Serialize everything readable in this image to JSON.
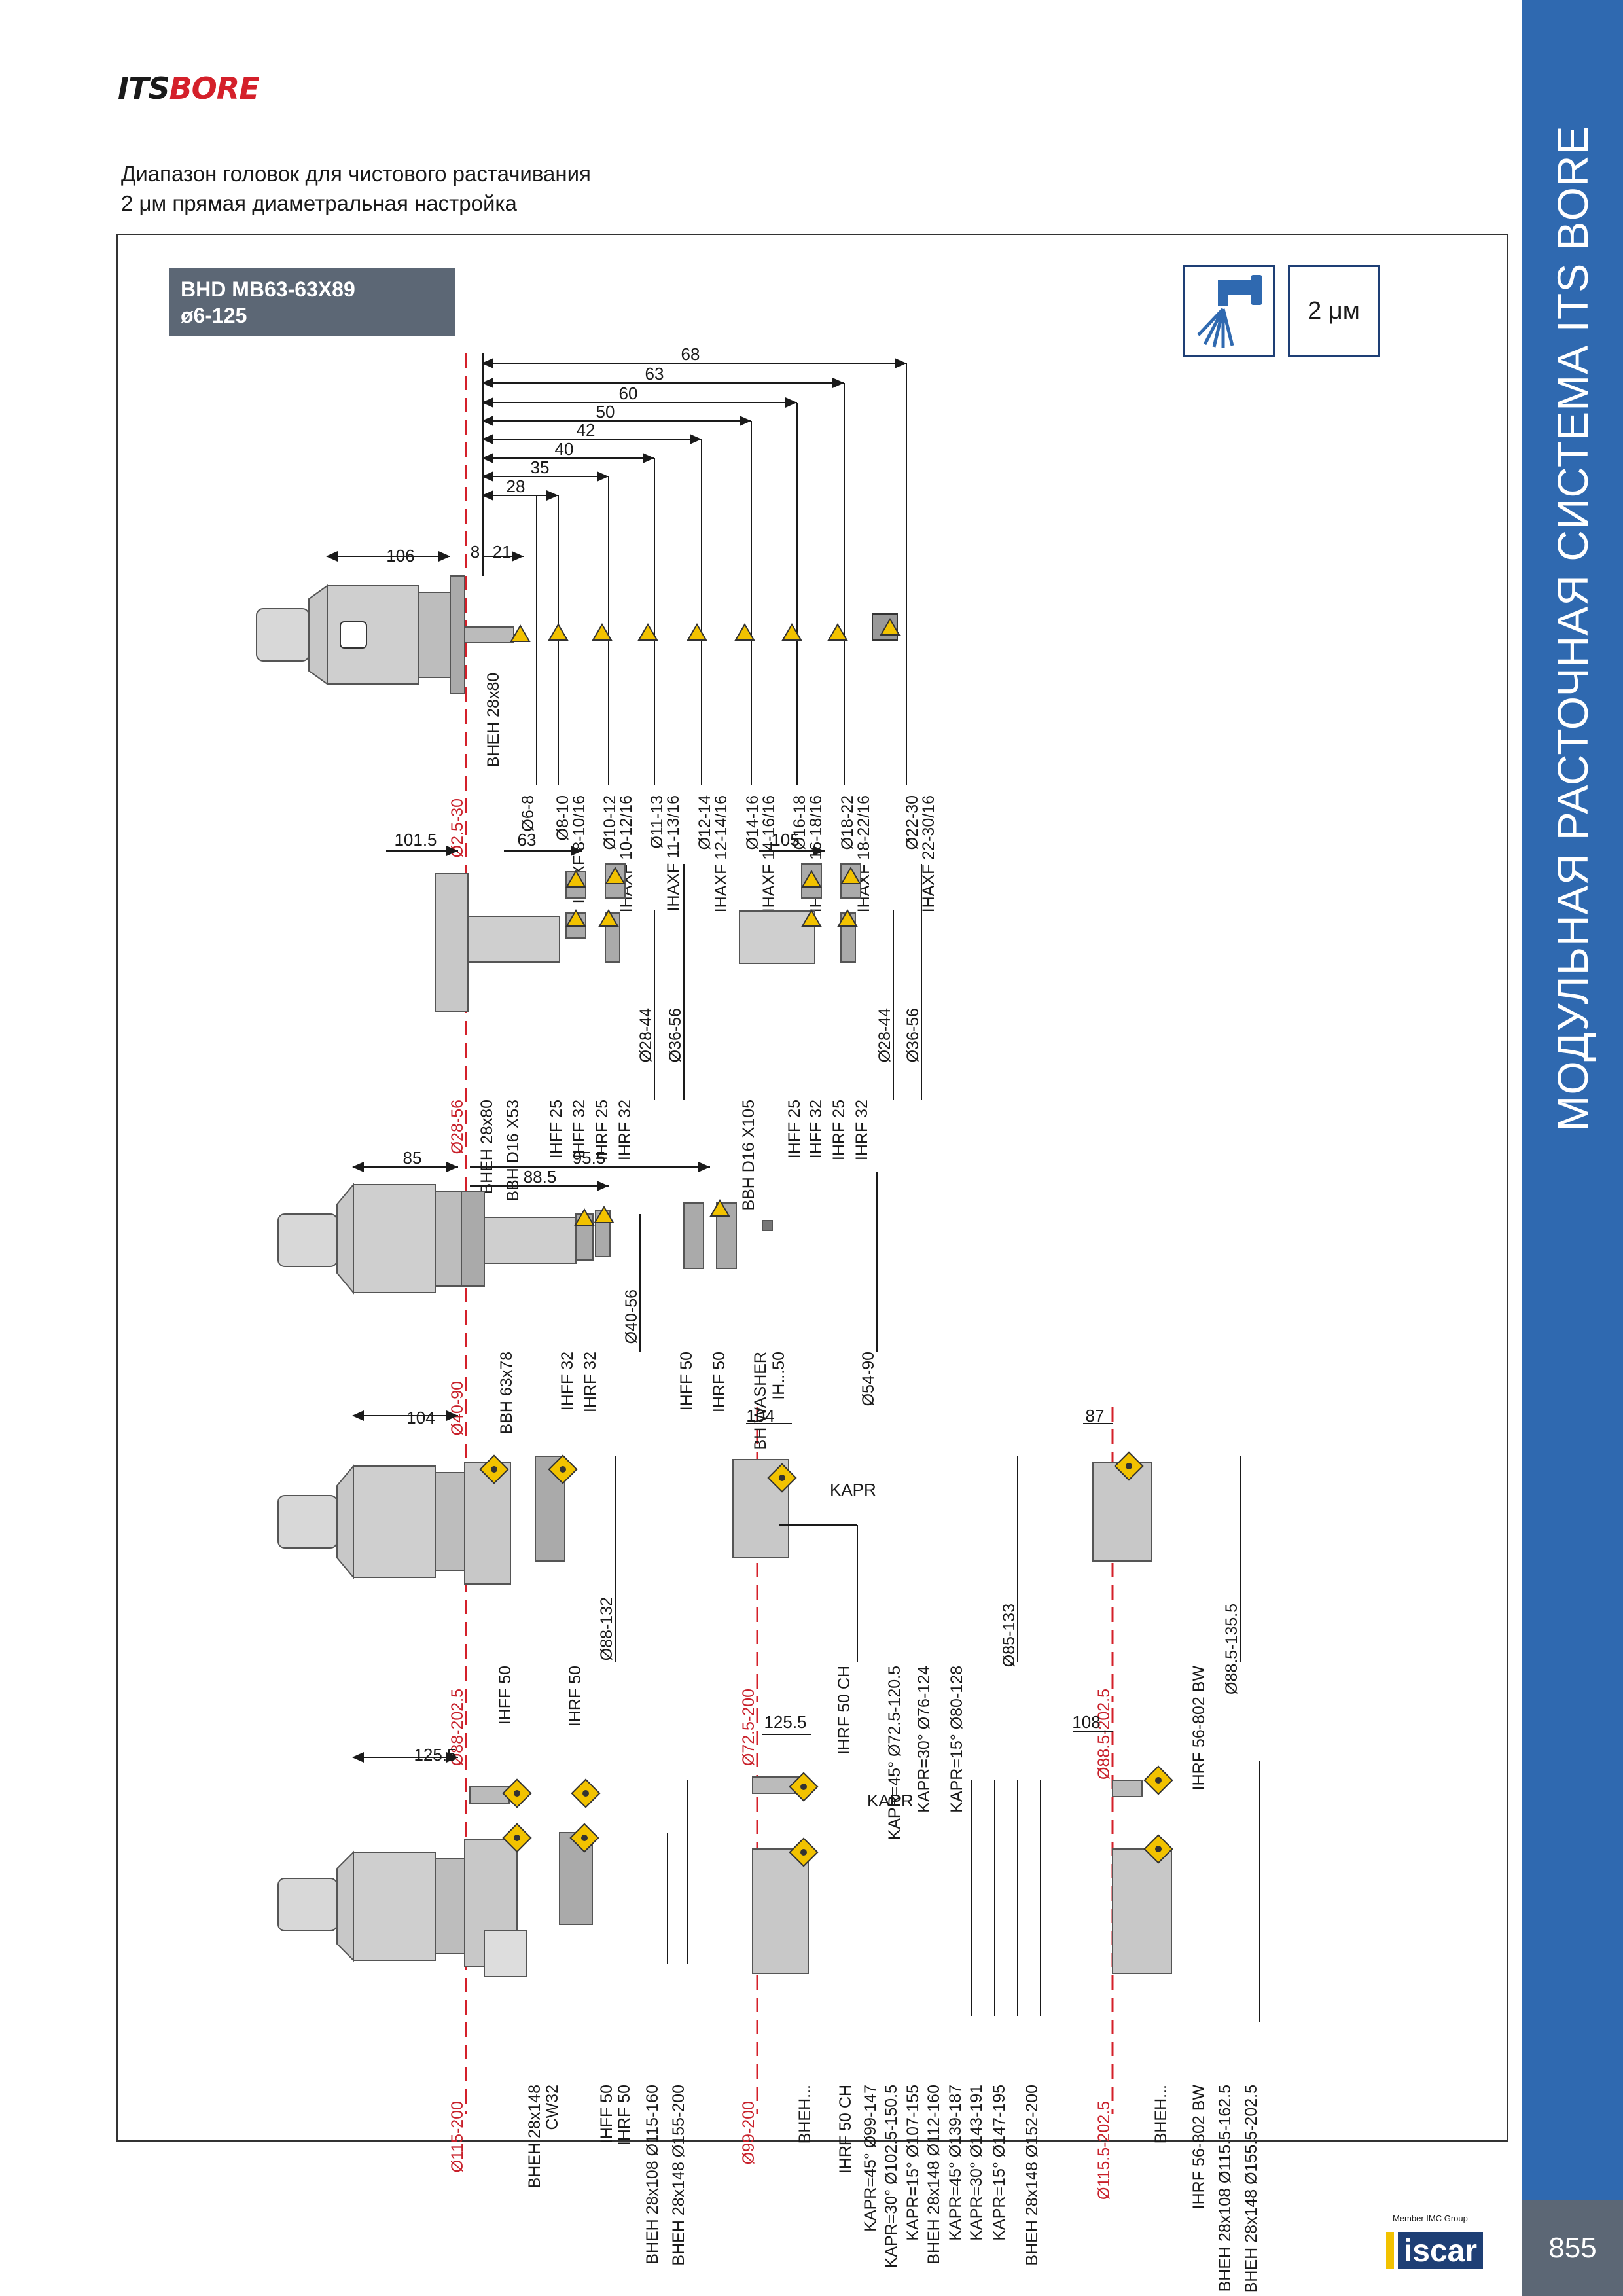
{
  "header": {
    "logo_its": "ITS",
    "logo_bore": "BORE",
    "line1": "Диапазон головок для чистового растачивания",
    "line2": "2 μм прямая диаметральная настройка"
  },
  "product": {
    "name": "BHD MB63-63X89",
    "range": "ø6-125"
  },
  "badges": {
    "coolant_icon": "coolant-tap-icon",
    "precision": "2 μм"
  },
  "sidebar": {
    "title": "МОДУЛЬНАЯ РАСТОЧНАЯ СИСТЕМА ITS BORE",
    "page_number": "855"
  },
  "footer": {
    "member": "Member IMC Group",
    "brand": "iscar"
  },
  "colors": {
    "sidebar": "#2f69b0",
    "header_box": "#5c6775",
    "centerline": "#d4202a",
    "insert": "#f2c200"
  },
  "row1": {
    "top_dims": [
      "68",
      "63",
      "60",
      "50",
      "42",
      "40",
      "35",
      "28"
    ],
    "body_dims": [
      "106",
      "8",
      "21"
    ],
    "range": "Ø2.5-30",
    "adapter": "BHEH 28x80",
    "labels": [
      [
        "Ø6-8"
      ],
      [
        "Ø8-10",
        "IHAXF  8-10/16"
      ],
      [
        "Ø10-12",
        "IHAXF  10-12/16"
      ],
      [
        "Ø11-13",
        "IHAXF  11-13/16"
      ],
      [
        "Ø12-14",
        "IHAXF  12-14/16"
      ],
      [
        "Ø14-16",
        "IHAXF  14-16/16"
      ],
      [
        "Ø16-18",
        "IHAXF  16-18/16"
      ],
      [
        "Ø18-22",
        "IHAXF  18-22/16"
      ],
      [
        "Ø22-30",
        "IHAXF  22-30/16"
      ]
    ]
  },
  "row2": {
    "dims": [
      "101.5",
      "63",
      "105"
    ],
    "range": "Ø28-56",
    "adapter": "BHEH 28x80",
    "bar1": "BBH D16  X53",
    "bar2": "BBH D16  X105",
    "labels": [
      "IHFF 25",
      "IHFF 32",
      "IHRF 25",
      "IHRF 32",
      "Ø28-44",
      "Ø36-56"
    ]
  },
  "row3": {
    "dims": [
      "85",
      "95.5",
      "88.5"
    ],
    "range": "Ø40-90",
    "adapter": "BBH 63x78",
    "labels": [
      "IHFF 32",
      "IHRF 32",
      "Ø40-56",
      "IHFF 50",
      "IHRF 50",
      "BH WASHER",
      "IH...50",
      "Ø54-90"
    ]
  },
  "row4": {
    "dims": [
      "104",
      "104",
      "87"
    ],
    "range1": "Ø88-202.5",
    "labels1": [
      "IHFF 50",
      "IHRF 50",
      "Ø88-132"
    ],
    "range2": "Ø72.5-200",
    "kapr": "KAPR",
    "labels2": [
      "IHRF 50 CH",
      "KAPR=45°  Ø72.5-120.5",
      "KAPR=30°  Ø76-124",
      "KAPR=15°  Ø80-128",
      "Ø85-133"
    ],
    "range3": "Ø88.5-202.5",
    "labels3": [
      "IHRF 56-802 BW",
      "Ø88.5-135.5"
    ]
  },
  "row5": {
    "dims": [
      "125.5",
      "125.5",
      "108"
    ],
    "range1": "Ø115-200",
    "labels1": [
      "BHEH 28x148",
      "CW32",
      "IHFF 50",
      "IHRF 50",
      "BHEH 28x108  Ø115-160",
      "BHEH 28x148  Ø155-200"
    ],
    "range2": "Ø99-200",
    "kapr": "KAPR",
    "labels2": [
      "BHEH...",
      "IHRF 50 CH",
      "KAPR=45°  Ø99-147",
      "KAPR=30°  Ø102.5-150.5",
      "KAPR=15°  Ø107-155",
      "BHEH 28x148  Ø112-160",
      "KAPR=45°  Ø139-187",
      "KAPR=30°  Ø143-191",
      "KAPR=15°  Ø147-195",
      "BHEH 28x148  Ø152-200"
    ],
    "range3": "Ø115.5-202.5",
    "labels3": [
      "BHEH...",
      "IHRF 56-802 BW",
      "BHEH 28x108  Ø115.5-162.5",
      "BHEH 28x148  Ø155.5-202.5"
    ]
  }
}
